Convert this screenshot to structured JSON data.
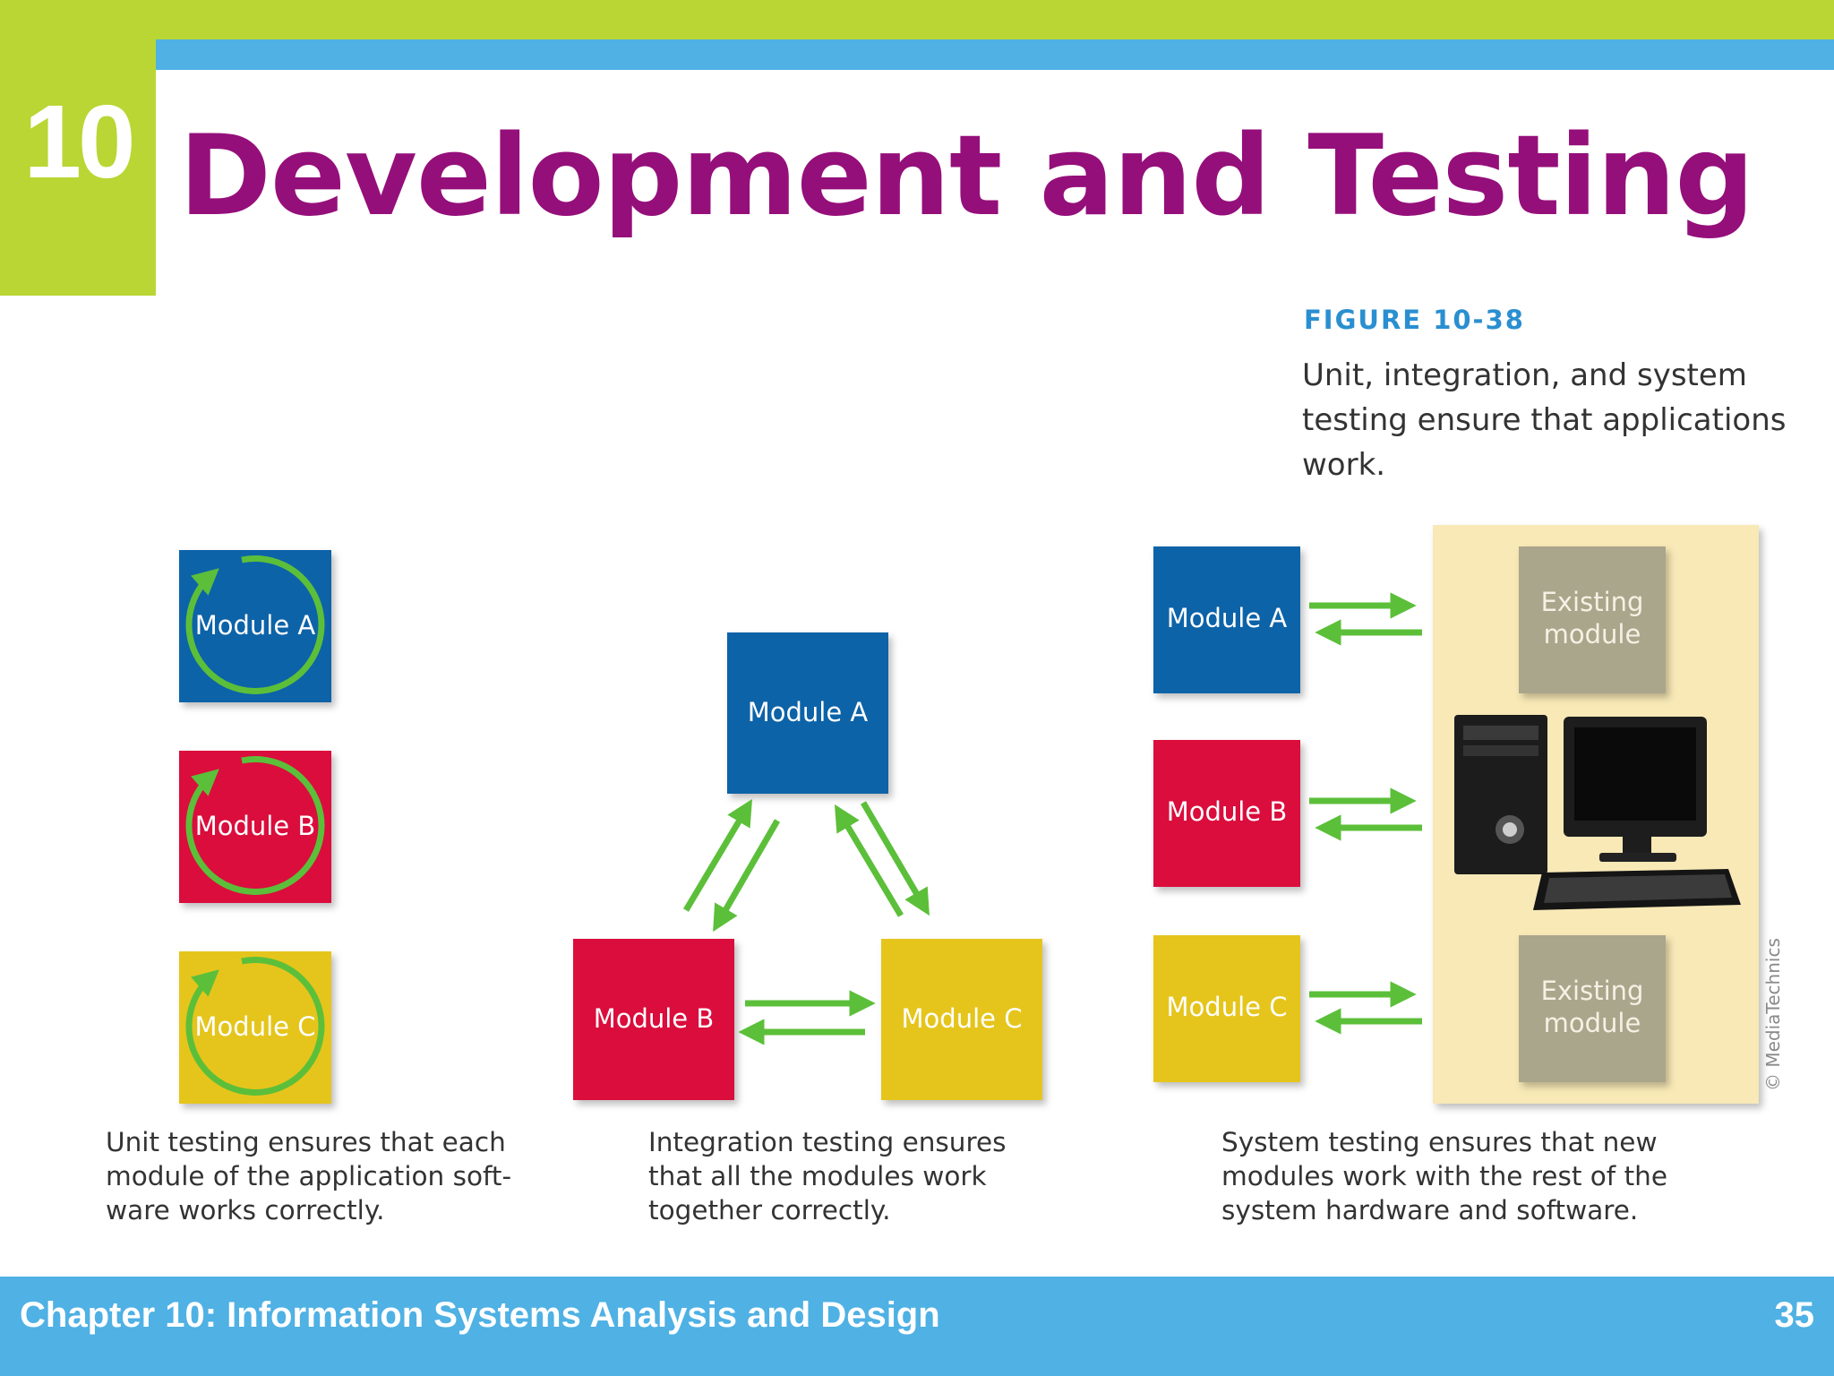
{
  "header": {
    "chapter_number": "10",
    "title": "Development and Testing",
    "colors": {
      "accent_green": "#b9d634",
      "accent_blue": "#4fb1e4",
      "title": "#950f7a"
    }
  },
  "figure": {
    "label": "FIGURE 10-38",
    "caption": "Unit, integration, and system testing ensure that applications work.",
    "credit": "© MediaTechnics"
  },
  "unit_testing": {
    "modules": [
      "Module A",
      "Module B",
      "Module C"
    ],
    "description": "Unit testing ensures that each module of the application soft-ware works correctly."
  },
  "integration_testing": {
    "modules": [
      "Module A",
      "Module B",
      "Module C"
    ],
    "description": "Integration testing ensures that all the modules work together correctly."
  },
  "system_testing": {
    "modules": [
      "Module A",
      "Module B",
      "Module C"
    ],
    "existing_modules": [
      "Existing module",
      "Existing module"
    ],
    "description": "System testing ensures that new modules work with the rest of the system hardware and software."
  },
  "module_colors": {
    "a": "#0e64a8",
    "b": "#da0f3c",
    "c": "#e5c51d",
    "arrow": "#5cbf3a",
    "existing": "#aaa68c",
    "panel": "#f8e9b6"
  },
  "footer": {
    "chapter": "Chapter 10: Information Systems Analysis and Design",
    "slide_number": "35"
  }
}
